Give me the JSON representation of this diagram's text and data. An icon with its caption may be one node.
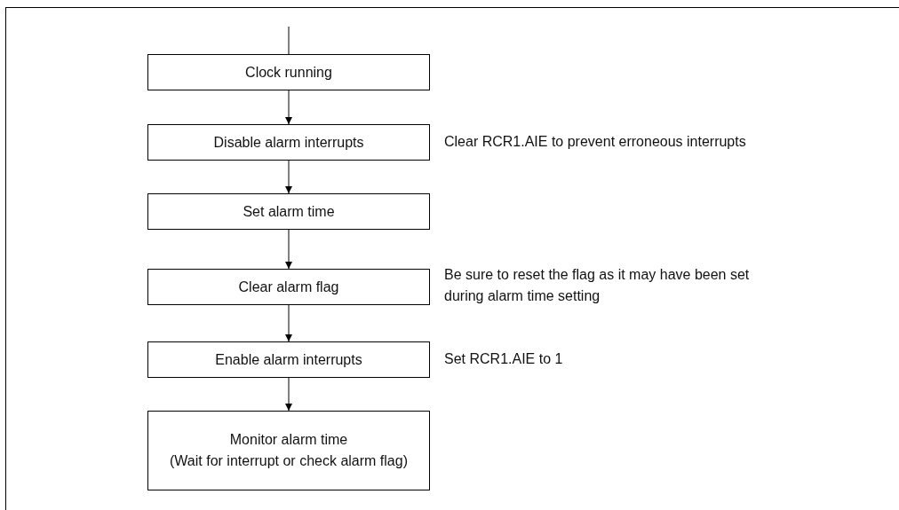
{
  "diagram": {
    "nodes": [
      {
        "text": [
          "Clock running"
        ]
      },
      {
        "text": [
          "Disable alarm interrupts"
        ],
        "beside": [
          "Clear RCR1.AIE to prevent erroneous interrupts"
        ]
      },
      {
        "text": [
          "Set alarm time"
        ]
      },
      {
        "text": [
          "Clear alarm flag"
        ],
        "beside": [
          "Be sure to reset the flag as it may have been set during alarm time setting"
        ]
      },
      {
        "text": [
          "Enable alarm interrupts"
        ],
        "beside": [
          "Set RCR1.AIE to 1"
        ]
      },
      {
        "text": [
          "Monitor alarm time",
          "(Wait for interrupt or check alarm flag)"
        ]
      }
    ],
    "edges": [
      {
        "from": null,
        "to": 0,
        "arrow": "none"
      },
      {
        "from": 0,
        "to": 1,
        "arrow": "to"
      },
      {
        "from": 1,
        "to": 2,
        "arrow": "to"
      },
      {
        "from": 2,
        "to": 3,
        "arrow": "to"
      },
      {
        "from": 3,
        "to": 4,
        "arrow": "to"
      },
      {
        "from": 4,
        "to": 5,
        "arrow": "to"
      }
    ]
  }
}
